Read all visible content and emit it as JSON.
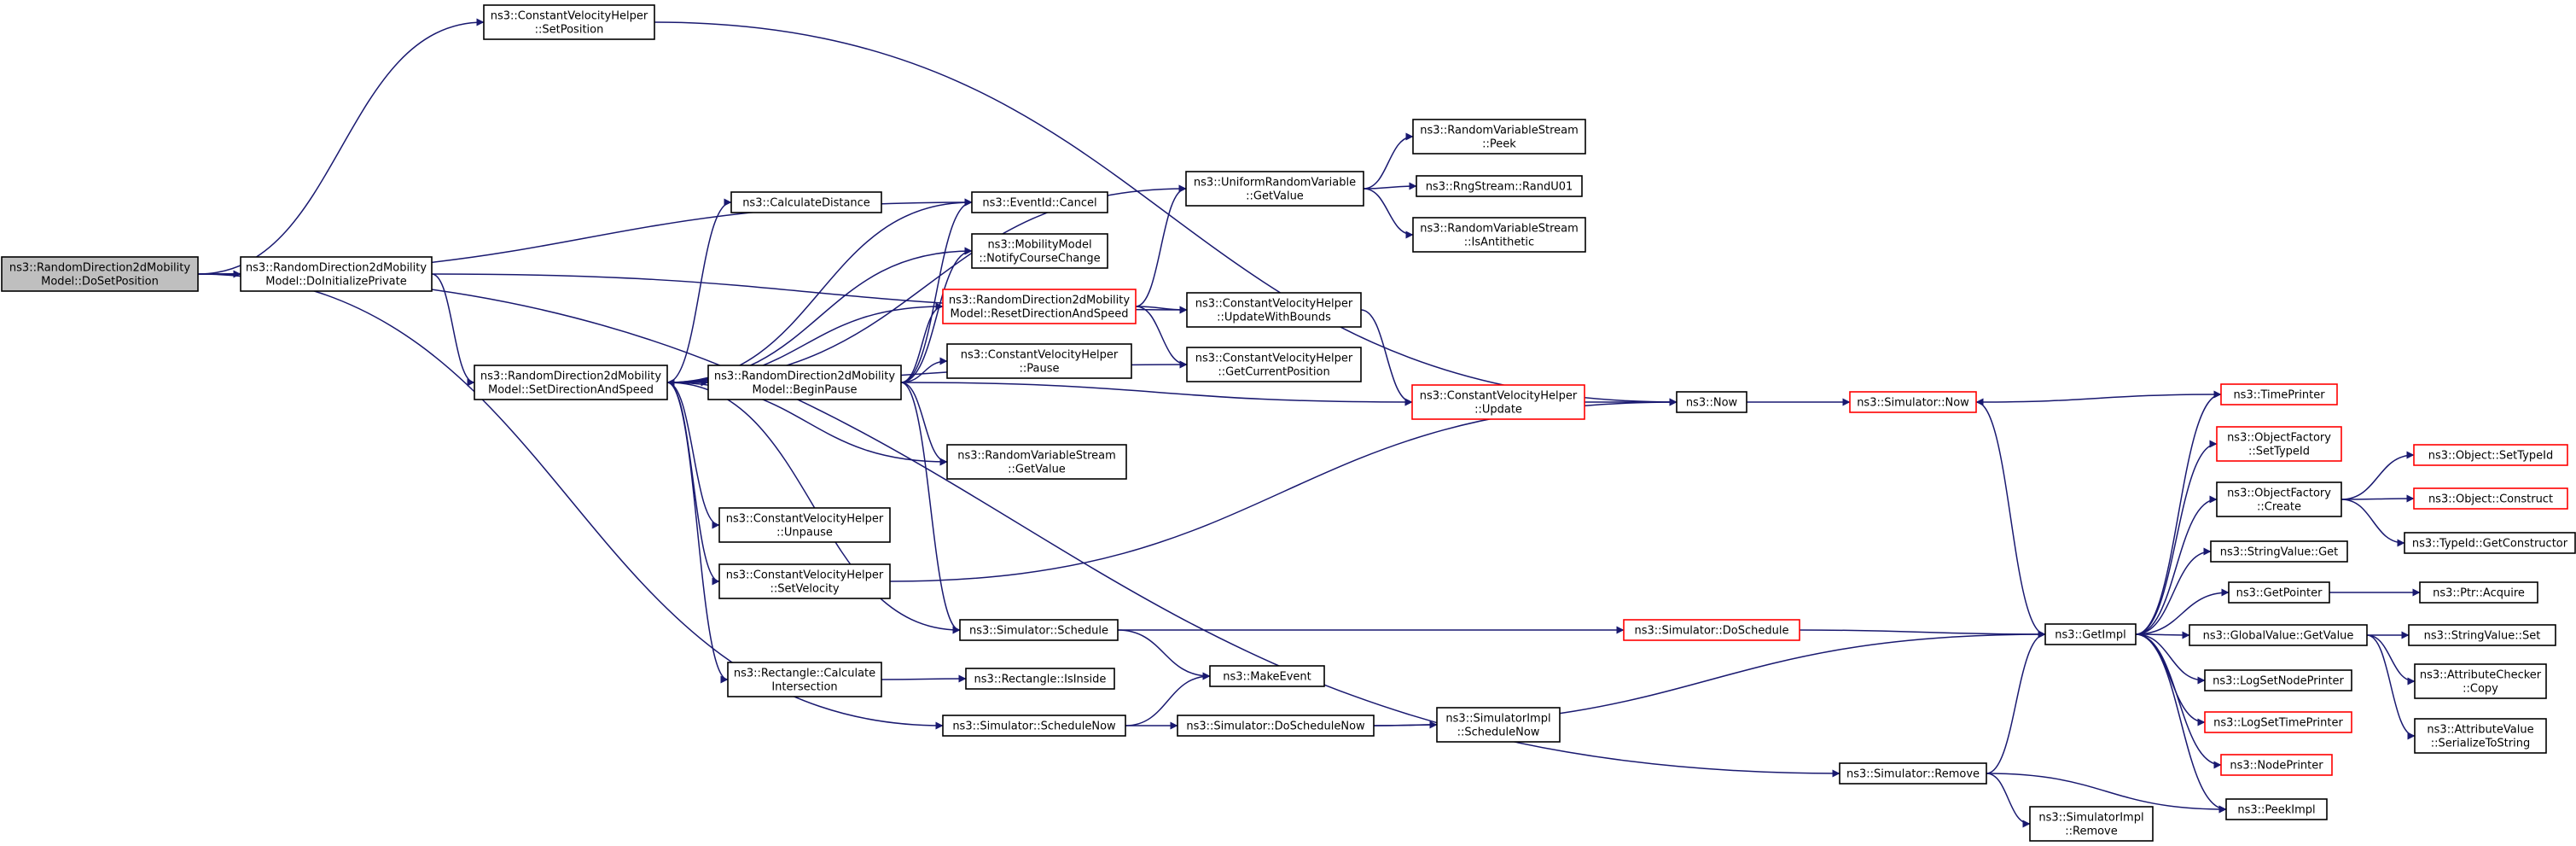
{
  "colors": {
    "edge": "#191970",
    "node_fill": "#ffffff",
    "node_border": "#000000",
    "node_border_incomplete": "#ff0000",
    "root_fill": "#bfbfbf"
  },
  "nodes": [
    {
      "id": "dosetposition",
      "lines": [
        "ns3::RandomDirection2dMobility",
        "Model::DoSetPosition"
      ],
      "style": "root"
    },
    {
      "id": "cvh_setposition",
      "lines": [
        "ns3::ConstantVelocityHelper",
        "::SetPosition"
      ],
      "style": "normal"
    },
    {
      "id": "doinitializeprivate",
      "lines": [
        "ns3::RandomDirection2dMobility",
        "Model::DoInitializePrivate"
      ],
      "style": "normal"
    },
    {
      "id": "setdirectionandspeed",
      "lines": [
        "ns3::RandomDirection2dMobility",
        "Model::SetDirectionAndSpeed"
      ],
      "style": "normal"
    },
    {
      "id": "calculatedistance",
      "lines": [
        "ns3::CalculateDistance"
      ],
      "style": "normal"
    },
    {
      "id": "eventid_cancel",
      "lines": [
        "ns3::EventId::Cancel"
      ],
      "style": "normal"
    },
    {
      "id": "notifycoursechange",
      "lines": [
        "ns3::MobilityModel",
        "::NotifyCourseChange"
      ],
      "style": "normal"
    },
    {
      "id": "resetdirectionandspeed",
      "lines": [
        "ns3::RandomDirection2dMobility",
        "Model::ResetDirectionAndSpeed"
      ],
      "style": "incomplete"
    },
    {
      "id": "beginpause",
      "lines": [
        "ns3::RandomDirection2dMobility",
        "Model::BeginPause"
      ],
      "style": "normal"
    },
    {
      "id": "cvh_pause",
      "lines": [
        "ns3::ConstantVelocityHelper",
        "::Pause"
      ],
      "style": "normal"
    },
    {
      "id": "rvs_getvalue",
      "lines": [
        "ns3::RandomVariableStream",
        "::GetValue"
      ],
      "style": "normal"
    },
    {
      "id": "cvh_unpause",
      "lines": [
        "ns3::ConstantVelocityHelper",
        "::Unpause"
      ],
      "style": "normal"
    },
    {
      "id": "cvh_setvelocity",
      "lines": [
        "ns3::ConstantVelocityHelper",
        "::SetVelocity"
      ],
      "style": "normal"
    },
    {
      "id": "sim_schedule",
      "lines": [
        "ns3::Simulator::Schedule"
      ],
      "style": "normal"
    },
    {
      "id": "rect_calcintersection",
      "lines": [
        "ns3::Rectangle::Calculate",
        "Intersection"
      ],
      "style": "normal"
    },
    {
      "id": "rect_isinside",
      "lines": [
        "ns3::Rectangle::IsInside"
      ],
      "style": "normal"
    },
    {
      "id": "makeevent",
      "lines": [
        "ns3::MakeEvent"
      ],
      "style": "normal"
    },
    {
      "id": "sim_schedulenow",
      "lines": [
        "ns3::Simulator::ScheduleNow"
      ],
      "style": "normal"
    },
    {
      "id": "sim_doschedulenow",
      "lines": [
        "ns3::Simulator::DoScheduleNow"
      ],
      "style": "normal"
    },
    {
      "id": "simimpl_schedulenow",
      "lines": [
        "ns3::SimulatorImpl",
        "::ScheduleNow"
      ],
      "style": "normal"
    },
    {
      "id": "urv_getvalue",
      "lines": [
        "ns3::UniformRandomVariable",
        "::GetValue"
      ],
      "style": "normal"
    },
    {
      "id": "rvs_peek",
      "lines": [
        "ns3::RandomVariableStream",
        "::Peek"
      ],
      "style": "normal"
    },
    {
      "id": "rngstream_randu01",
      "lines": [
        "ns3::RngStream::RandU01"
      ],
      "style": "normal"
    },
    {
      "id": "rvs_isantithetic",
      "lines": [
        "ns3::RandomVariableStream",
        "::IsAntithetic"
      ],
      "style": "normal"
    },
    {
      "id": "cvh_updatewithbounds",
      "lines": [
        "ns3::ConstantVelocityHelper",
        "::UpdateWithBounds"
      ],
      "style": "normal"
    },
    {
      "id": "cvh_getcurrentposition",
      "lines": [
        "ns3::ConstantVelocityHelper",
        "::GetCurrentPosition"
      ],
      "style": "normal"
    },
    {
      "id": "cvh_update",
      "lines": [
        "ns3::ConstantVelocityHelper",
        "::Update"
      ],
      "style": "incomplete"
    },
    {
      "id": "now",
      "lines": [
        "ns3::Now"
      ],
      "style": "normal"
    },
    {
      "id": "sim_now",
      "lines": [
        "ns3::Simulator::Now"
      ],
      "style": "incomplete"
    },
    {
      "id": "sim_doschedule",
      "lines": [
        "ns3::Simulator::DoSchedule"
      ],
      "style": "incomplete"
    },
    {
      "id": "getimpl",
      "lines": [
        "ns3::GetImpl"
      ],
      "style": "normal"
    },
    {
      "id": "sim_remove",
      "lines": [
        "ns3::Simulator::Remove"
      ],
      "style": "normal"
    },
    {
      "id": "simimpl_remove",
      "lines": [
        "ns3::SimulatorImpl",
        "::Remove"
      ],
      "style": "normal"
    },
    {
      "id": "timeprinter",
      "lines": [
        "ns3::TimePrinter"
      ],
      "style": "incomplete"
    },
    {
      "id": "objfactory_settypeid",
      "lines": [
        "ns3::ObjectFactory",
        "::SetTypeId"
      ],
      "style": "incomplete"
    },
    {
      "id": "objfactory_create",
      "lines": [
        "ns3::ObjectFactory",
        "::Create"
      ],
      "style": "normal"
    },
    {
      "id": "object_settypeid",
      "lines": [
        "ns3::Object::SetTypeId"
      ],
      "style": "incomplete"
    },
    {
      "id": "object_construct",
      "lines": [
        "ns3::Object::Construct"
      ],
      "style": "incomplete"
    },
    {
      "id": "typeid_getconstructor",
      "lines": [
        "ns3::TypeId::GetConstructor"
      ],
      "style": "normal"
    },
    {
      "id": "stringvalue_get",
      "lines": [
        "ns3::StringValue::Get"
      ],
      "style": "normal"
    },
    {
      "id": "getpointer",
      "lines": [
        "ns3::GetPointer"
      ],
      "style": "normal"
    },
    {
      "id": "ptr_acquire",
      "lines": [
        "ns3::Ptr::Acquire"
      ],
      "style": "normal"
    },
    {
      "id": "globalvalue_getvalue",
      "lines": [
        "ns3::GlobalValue::GetValue"
      ],
      "style": "normal"
    },
    {
      "id": "stringvalue_set",
      "lines": [
        "ns3::StringValue::Set"
      ],
      "style": "normal"
    },
    {
      "id": "attrchecker_copy",
      "lines": [
        "ns3::AttributeChecker",
        "::Copy"
      ],
      "style": "normal"
    },
    {
      "id": "attrvalue_serialize",
      "lines": [
        "ns3::AttributeValue",
        "::SerializeToString"
      ],
      "style": "normal"
    },
    {
      "id": "logsetnodeprinter",
      "lines": [
        "ns3::LogSetNodePrinter"
      ],
      "style": "normal"
    },
    {
      "id": "logsettimeprinter",
      "lines": [
        "ns3::LogSetTimePrinter"
      ],
      "style": "incomplete"
    },
    {
      "id": "nodeprinter",
      "lines": [
        "ns3::NodePrinter"
      ],
      "style": "incomplete"
    },
    {
      "id": "peekimpl",
      "lines": [
        "ns3::PeekImpl"
      ],
      "style": "normal"
    }
  ],
  "edges": [
    [
      "dosetposition",
      "cvh_setposition"
    ],
    [
      "dosetposition",
      "eventid_cancel"
    ],
    [
      "dosetposition",
      "doinitializeprivate"
    ],
    [
      "dosetposition",
      "sim_schedulenow"
    ],
    [
      "dosetposition",
      "sim_remove"
    ],
    [
      "doinitializeprivate",
      "setdirectionandspeed"
    ],
    [
      "doinitializeprivate",
      "cvh_updatewithbounds"
    ],
    [
      "setdirectionandspeed",
      "calculatedistance"
    ],
    [
      "setdirectionandspeed",
      "eventid_cancel"
    ],
    [
      "setdirectionandspeed",
      "notifycoursechange"
    ],
    [
      "setdirectionandspeed",
      "beginpause"
    ],
    [
      "setdirectionandspeed",
      "rvs_getvalue"
    ],
    [
      "setdirectionandspeed",
      "cvh_unpause"
    ],
    [
      "setdirectionandspeed",
      "cvh_setvelocity"
    ],
    [
      "setdirectionandspeed",
      "sim_schedule"
    ],
    [
      "setdirectionandspeed",
      "rect_calcintersection"
    ],
    [
      "setdirectionandspeed",
      "urv_getvalue"
    ],
    [
      "setdirectionandspeed",
      "cvh_getcurrentposition"
    ],
    [
      "beginpause",
      "eventid_cancel"
    ],
    [
      "beginpause",
      "notifycoursechange"
    ],
    [
      "beginpause",
      "resetdirectionandspeed"
    ],
    [
      "beginpause",
      "cvh_pause"
    ],
    [
      "beginpause",
      "rvs_getvalue"
    ],
    [
      "beginpause",
      "sim_schedule"
    ],
    [
      "beginpause",
      "cvh_update"
    ],
    [
      "resetdirectionandspeed",
      "setdirectionandspeed"
    ],
    [
      "resetdirectionandspeed",
      "urv_getvalue"
    ],
    [
      "resetdirectionandspeed",
      "cvh_updatewithbounds"
    ],
    [
      "resetdirectionandspeed",
      "cvh_getcurrentposition"
    ],
    [
      "urv_getvalue",
      "rvs_peek"
    ],
    [
      "urv_getvalue",
      "rngstream_randu01"
    ],
    [
      "urv_getvalue",
      "rvs_isantithetic"
    ],
    [
      "cvh_updatewithbounds",
      "cvh_update"
    ],
    [
      "cvh_update",
      "now"
    ],
    [
      "cvh_setposition",
      "now"
    ],
    [
      "cvh_setvelocity",
      "now"
    ],
    [
      "now",
      "sim_now"
    ],
    [
      "sim_now",
      "getimpl"
    ],
    [
      "timeprinter",
      "sim_now"
    ],
    [
      "sim_schedule",
      "makeevent"
    ],
    [
      "sim_schedule",
      "sim_doschedule"
    ],
    [
      "sim_doschedule",
      "getimpl"
    ],
    [
      "rect_calcintersection",
      "rect_isinside"
    ],
    [
      "sim_schedulenow",
      "makeevent"
    ],
    [
      "sim_schedulenow",
      "sim_doschedulenow"
    ],
    [
      "sim_doschedulenow",
      "simimpl_schedulenow"
    ],
    [
      "sim_doschedulenow",
      "getimpl"
    ],
    [
      "sim_remove",
      "getimpl"
    ],
    [
      "sim_remove",
      "simimpl_remove"
    ],
    [
      "sim_remove",
      "peekimpl"
    ],
    [
      "getimpl",
      "timeprinter"
    ],
    [
      "getimpl",
      "objfactory_settypeid"
    ],
    [
      "getimpl",
      "objfactory_create"
    ],
    [
      "getimpl",
      "stringvalue_get"
    ],
    [
      "getimpl",
      "getpointer"
    ],
    [
      "getimpl",
      "globalvalue_getvalue"
    ],
    [
      "getimpl",
      "logsetnodeprinter"
    ],
    [
      "getimpl",
      "logsettimeprinter"
    ],
    [
      "getimpl",
      "nodeprinter"
    ],
    [
      "getimpl",
      "peekimpl"
    ],
    [
      "objfactory_create",
      "object_settypeid"
    ],
    [
      "objfactory_create",
      "object_construct"
    ],
    [
      "objfactory_create",
      "typeid_getconstructor"
    ],
    [
      "getpointer",
      "ptr_acquire"
    ],
    [
      "globalvalue_getvalue",
      "stringvalue_set"
    ],
    [
      "globalvalue_getvalue",
      "attrchecker_copy"
    ],
    [
      "globalvalue_getvalue",
      "attrvalue_serialize"
    ]
  ]
}
